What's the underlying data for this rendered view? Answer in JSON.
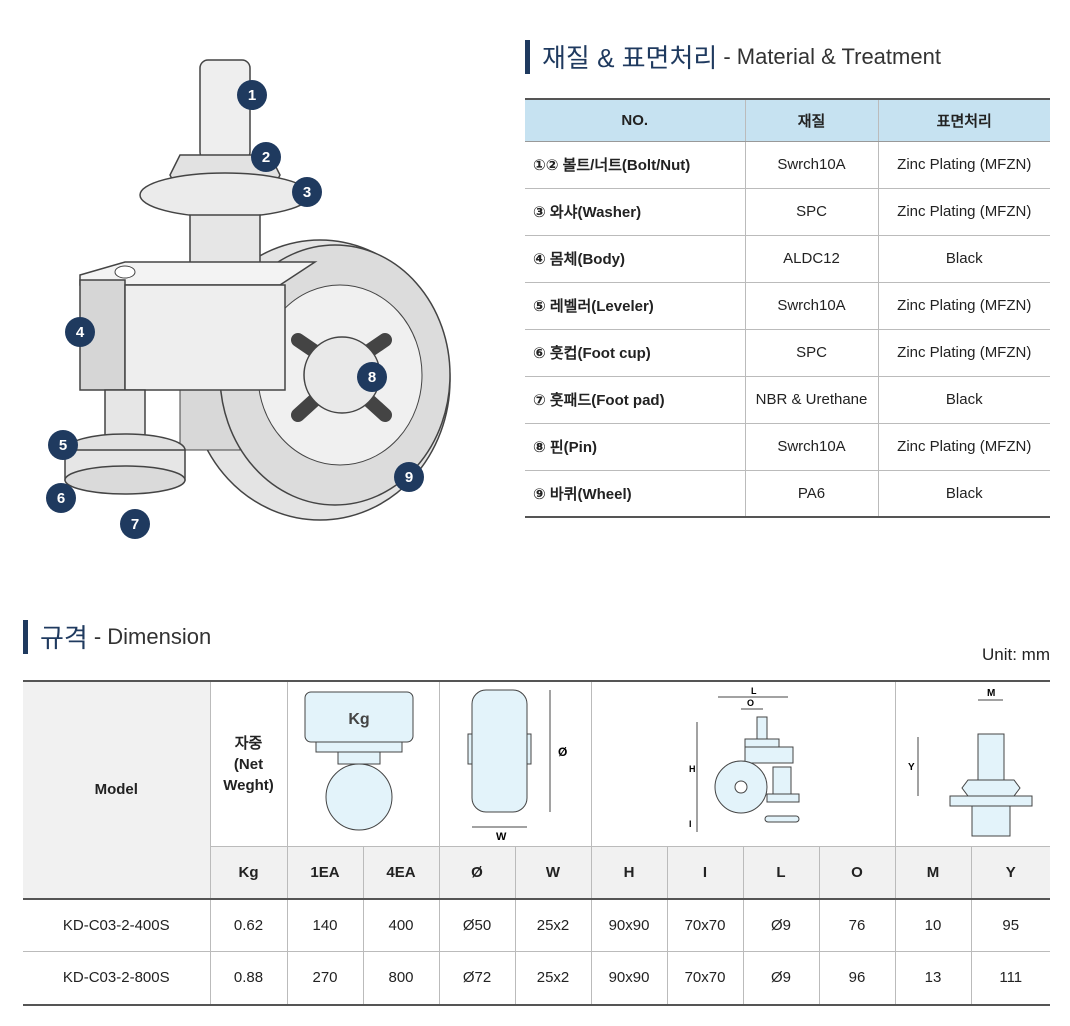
{
  "material_section": {
    "title_ko": "재질 & 표면처리",
    "title_en": "- Material & Treatment"
  },
  "illustration": {
    "callouts": [
      "1",
      "2",
      "3",
      "4",
      "5",
      "6",
      "7",
      "8",
      "9"
    ],
    "badge_color": "#1f3a5f"
  },
  "material_table": {
    "headers": [
      "NO.",
      "재질",
      "표면처리"
    ],
    "rows": [
      {
        "name": "①② 볼트/너트(Bolt/Nut)",
        "material": "Swrch10A",
        "treatment": "Zinc Plating (MFZN)"
      },
      {
        "name": "③ 와샤(Washer)",
        "material": "SPC",
        "treatment": "Zinc Plating (MFZN)"
      },
      {
        "name": "④ 몸체(Body)",
        "material": "ALDC12",
        "treatment": "Black"
      },
      {
        "name": "⑤ 레벨러(Leveler)",
        "material": "Swrch10A",
        "treatment": "Zinc Plating (MFZN)"
      },
      {
        "name": "⑥ 훗컵(Foot cup)",
        "material": "SPC",
        "treatment": "Zinc Plating (MFZN)"
      },
      {
        "name": "⑦ 훗패드(Foot pad)",
        "material": "NBR & Urethane",
        "treatment": "Black"
      },
      {
        "name": "⑧ 핀(Pin)",
        "material": "Swrch10A",
        "treatment": "Zinc Plating (MFZN)"
      },
      {
        "name": "⑨ 바퀴(Wheel)",
        "material": "PA6",
        "treatment": "Black"
      }
    ]
  },
  "dimension_section": {
    "title_ko": "규격",
    "title_en": "- Dimension",
    "unit": "Unit: mm"
  },
  "dimension_table": {
    "model_header": "Model",
    "weight_header": [
      "자중",
      "(Net",
      "Weght)"
    ],
    "diagram_labels": {
      "kg": "Kg",
      "dia": "Ø",
      "w": "W",
      "h": "H",
      "i": "I",
      "l": "L",
      "o": "O",
      "m": "M",
      "y": "Y"
    },
    "sub_headers": [
      "Kg",
      "1EA",
      "4EA",
      "Ø",
      "W",
      "H",
      "I",
      "L",
      "O",
      "M",
      "Y"
    ],
    "rows": [
      {
        "cells": [
          "KD-C03-2-400S",
          "0.62",
          "140",
          "400",
          "Ø50",
          "25x2",
          "90x90",
          "70x70",
          "Ø9",
          "76",
          "10",
          "95"
        ]
      },
      {
        "cells": [
          "KD-C03-2-800S",
          "0.88",
          "270",
          "800",
          "Ø72",
          "25x2",
          "90x90",
          "70x70",
          "Ø9",
          "96",
          "13",
          "111"
        ]
      }
    ]
  }
}
